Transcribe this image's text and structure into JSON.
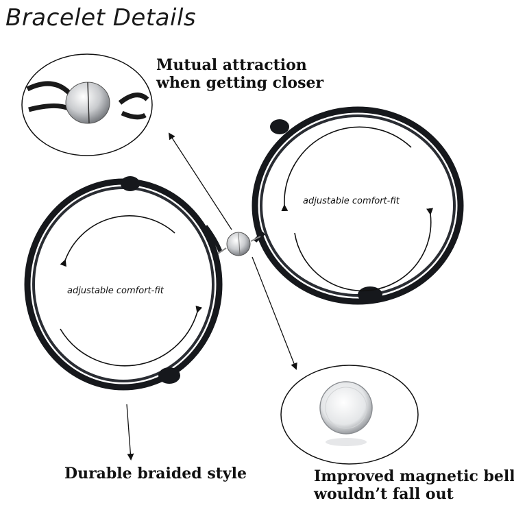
{
  "title": "Bracelet Details",
  "callouts": {
    "mutual_line1": "Mutual attraction",
    "mutual_line2": "when getting closer",
    "durable": "Durable braided style",
    "improved_line1": "Improved magnetic bells,",
    "improved_line2": "wouldn’t fall out"
  },
  "bracelets": {
    "left_label": "adjustable comfort-fit",
    "right_label": "adjustable comfort-fit"
  },
  "colors": {
    "cord": "#16181c",
    "metal": "#c8cacd",
    "text": "#111111"
  },
  "icons": [
    "magnet-clasp-icon",
    "magnetic-bell-icon"
  ]
}
